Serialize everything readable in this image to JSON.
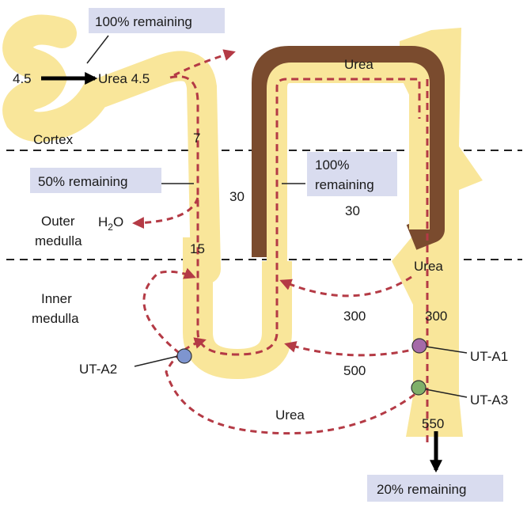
{
  "labels": {
    "box_top": "100% remaining",
    "box_mid_left": "50% remaining",
    "box_center_line1": "100%",
    "box_center_line2": "remaining",
    "box_bottom": "20% remaining",
    "input_value": "4.5",
    "urea_entry": "Urea 4.5",
    "region_cortex": "Cortex",
    "region_outer_1": "Outer",
    "region_outer_2": "medulla",
    "region_inner_1": "Inner",
    "region_inner_2": "medulla",
    "num_7": "7",
    "num_15": "15",
    "num_30_left": "30",
    "num_30_right": "30",
    "num_300_left": "300",
    "num_300_right": "300",
    "num_500": "500",
    "num_550": "550",
    "water": "H",
    "water_sub": "2",
    "water_end": "O",
    "urea_top": "Urea",
    "urea_duct": "Urea",
    "urea_bottom": "Urea",
    "ut_a1": "UT-A1",
    "ut_a2": "UT-A2",
    "ut_a3": "UT-A3"
  },
  "colors": {
    "tubule_fill": "#f9e69a",
    "tubule_border": "#7a4b2e",
    "dashed_arrow": "#b43a45",
    "box_fill": "#d9dcef",
    "ut_a1": "#a56aa8",
    "ut_a2": "#7e95cf",
    "ut_a3": "#7fb069"
  }
}
